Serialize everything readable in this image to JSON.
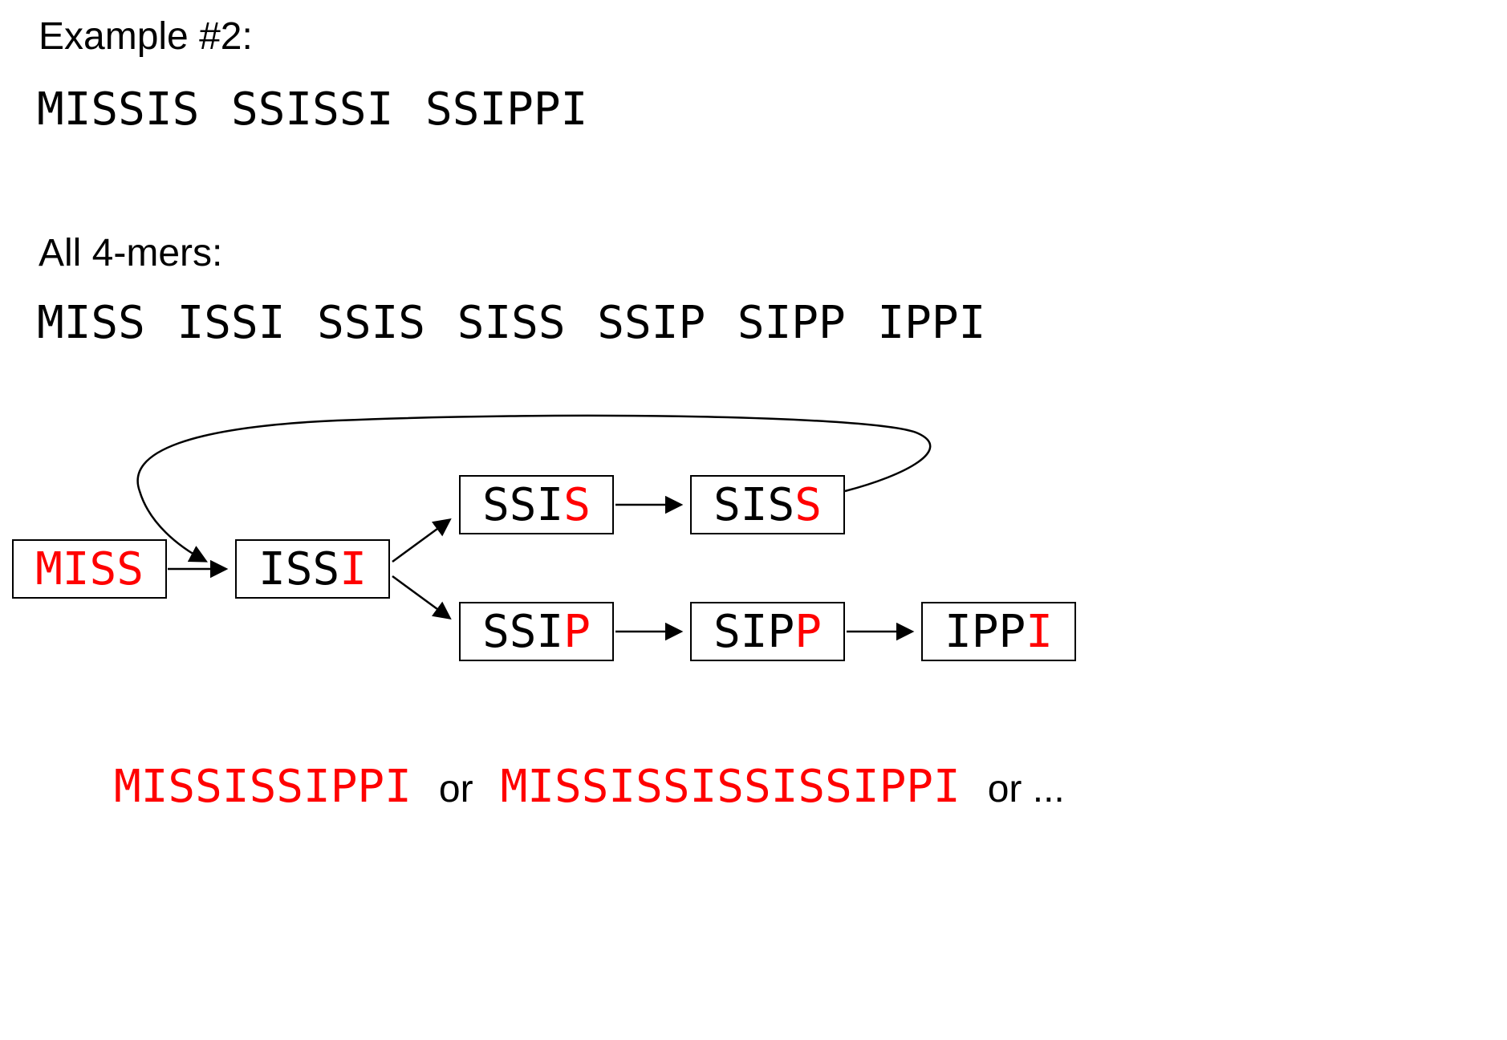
{
  "colors": {
    "highlight": "#ff0000",
    "ink": "#000000",
    "background": "#ffffff"
  },
  "header": {
    "example_label": "Example #2:",
    "reads_line": "MISSIS SSISSI SSIPPI",
    "kmers_label": "All 4-mers:",
    "kmers_line": "MISS ISSI SSIS SISS SSIP SIPP IPPI"
  },
  "graph": {
    "nodes": [
      {
        "id": "MISS",
        "black": "",
        "red": "MISS"
      },
      {
        "id": "ISSI",
        "black": "ISS",
        "red": "I"
      },
      {
        "id": "SSIS",
        "black": "SSI",
        "red": "S"
      },
      {
        "id": "SISS",
        "black": "SIS",
        "red": "S"
      },
      {
        "id": "SSIP",
        "black": "SSI",
        "red": "P"
      },
      {
        "id": "SIPP",
        "black": "SIP",
        "red": "P"
      },
      {
        "id": "IPPI",
        "black": "IPP",
        "red": "I"
      }
    ],
    "edges": [
      {
        "from": "MISS",
        "to": "ISSI",
        "type": "straight"
      },
      {
        "from": "ISSI",
        "to": "SSIS",
        "type": "straight"
      },
      {
        "from": "ISSI",
        "to": "SSIP",
        "type": "straight"
      },
      {
        "from": "SSIS",
        "to": "SISS",
        "type": "straight"
      },
      {
        "from": "SISS",
        "to": "ISSI",
        "type": "loop-back"
      },
      {
        "from": "SSIP",
        "to": "SIPP",
        "type": "straight"
      },
      {
        "from": "SIPP",
        "to": "IPPI",
        "type": "straight"
      }
    ]
  },
  "footer": {
    "assembly_1": "MISSISSIPPI",
    "separator_1": "or",
    "assembly_2": "MISSISSISSISSIPPI",
    "separator_2": "or ..."
  }
}
